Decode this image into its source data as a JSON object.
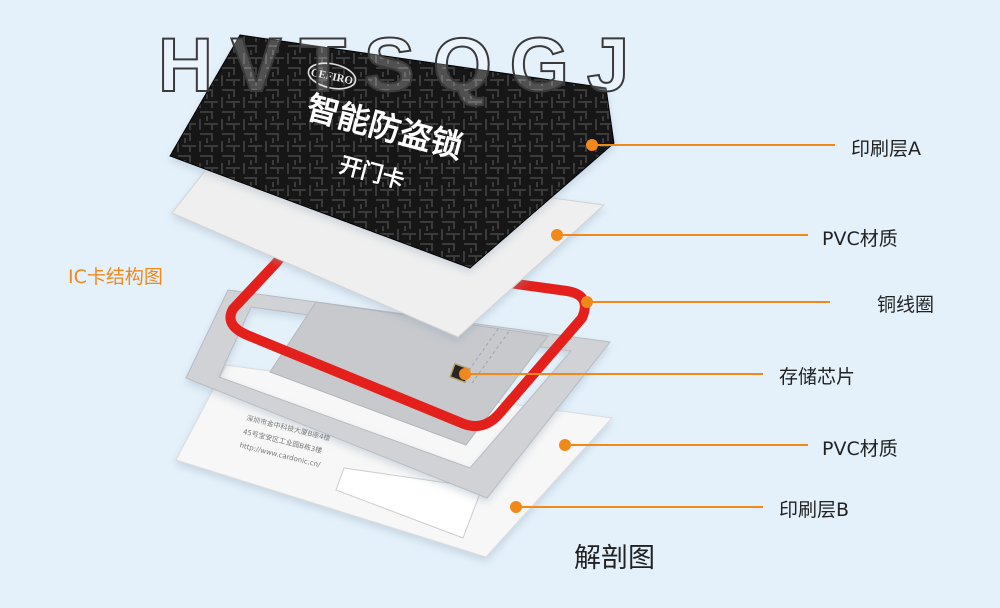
{
  "watermark": "HVTSQGJ",
  "diagram_title": "IC卡结构图",
  "caption": "解剖图",
  "card": {
    "brand": "CEFIRO",
    "title_line1": "智能防盗锁",
    "title_line2": "开门卡"
  },
  "back_layer_text": {
    "line1": "深圳市金中科技大厦B座4楼",
    "line2": "45号宝安区工业园B栋3楼",
    "line3": "http://www.cardonic.cn/"
  },
  "layers": [
    {
      "label": "印刷层A"
    },
    {
      "label": "PVC材质"
    },
    {
      "label": "铜线圈"
    },
    {
      "label": "存储芯片"
    },
    {
      "label": "PVC材质"
    },
    {
      "label": "印刷层B"
    }
  ],
  "colors": {
    "accent": "#f0891a",
    "coil": "#e3201b",
    "card_top": "#111111",
    "background": "#e4f1fb"
  }
}
